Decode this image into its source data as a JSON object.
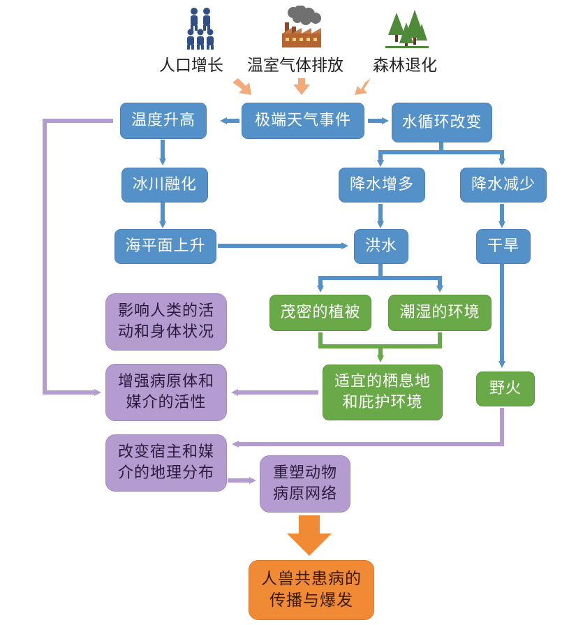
{
  "drivers": {
    "population": "人口增长",
    "greenhouse": "温室气体排放",
    "deforestation": "森林退化"
  },
  "nodes": {
    "extreme_weather": "极端天气事件",
    "temp_rise": "温度升高",
    "water_cycle": "水循环改变",
    "glacier_melt": "冰川融化",
    "precip_increase": "降水增多",
    "precip_decrease": "降水减少",
    "sea_level": "海平面上升",
    "flood": "洪水",
    "drought": "干旱",
    "dense_vegetation": "茂密的植被",
    "humid_env": "潮湿的环境",
    "habitat_line1": "适宜的栖息地",
    "habitat_line2": "和庇护环境",
    "wildfire": "野火",
    "human_activity_line1": "影响人类的活",
    "human_activity_line2": "动和身体状况",
    "pathogen_line1": "增强病原体和",
    "pathogen_line2": "媒介的活性",
    "distribution_line1": "改变宿主和媒",
    "distribution_line2": "介的地理分布",
    "network_line1": "重塑动物",
    "network_line2": "病原网络",
    "zoonosis_line1": "人兽共患病的",
    "zoonosis_line2": "传播与爆发"
  },
  "colors": {
    "blue": "#5591c9",
    "green": "#6aa948",
    "purple": "#b49bd0",
    "orange": "#f08a35",
    "peach_arrow": "#f2aa79"
  }
}
